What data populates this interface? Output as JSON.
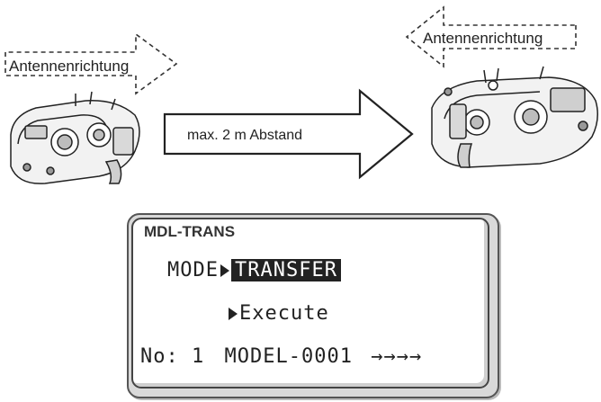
{
  "diagram": {
    "antenna_label_left": "Antennenrichtung",
    "antenna_label_right": "Antennenrichtung",
    "distance_label": "max. 2 m Abstand"
  },
  "lcd": {
    "title": "MDL-TRANS",
    "mode_label": "MODE",
    "mode_value": "TRANSFER",
    "execute_label": "Execute",
    "model_no_label": "No:",
    "model_no_value": "1",
    "model_name": "MODEL-0001",
    "model_arrows": "→→→→"
  }
}
